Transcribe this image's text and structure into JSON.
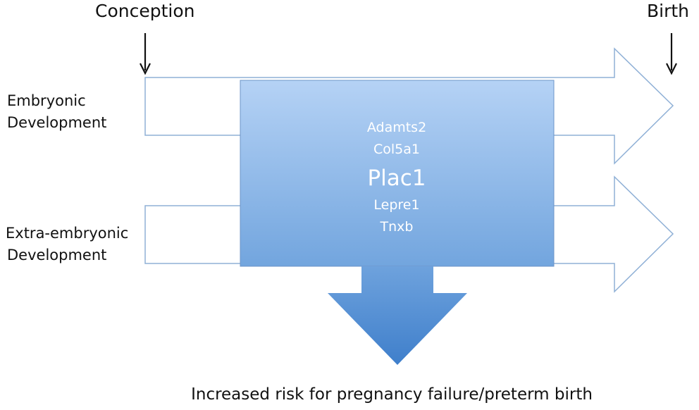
{
  "labels": {
    "conception": "Conception",
    "birth": "Birth",
    "embryonic_line1": "Embryonic",
    "embryonic_line2": "Development",
    "extra_line1": "Extra-embryonic",
    "extra_line2": "Development",
    "outcome": "Increased risk for pregnancy failure/preterm birth"
  },
  "genes": [
    "Adamts2",
    "Col5a1",
    "Plac1",
    "Lepre1",
    "Tnxb"
  ],
  "highlighted_gene": "Plac1",
  "colors": {
    "arrow_outline": "#8fb0d6",
    "box_top": "#b5d2f5",
    "box_bottom": "#6a9fdc",
    "box_stroke": "#6c95c8",
    "gene_text": "#ffffff",
    "label_text": "#111111"
  }
}
